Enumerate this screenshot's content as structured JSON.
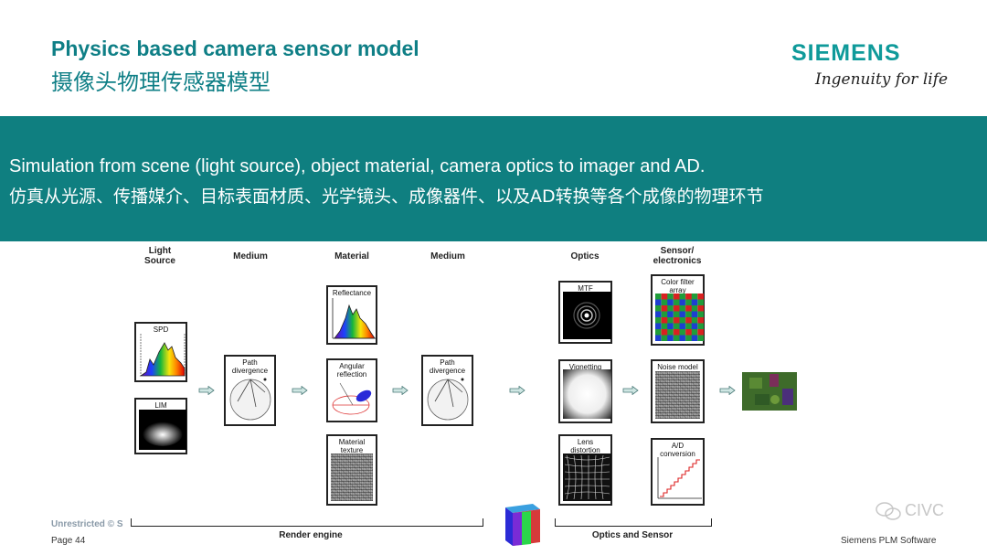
{
  "slide": {
    "title_en": "Physics based camera sensor model",
    "title_cn": "摄像头物理传感器模型",
    "brand": "SIEMENS",
    "tagline": "Ingenuity for life",
    "band_en": "Simulation from scene (light source), object material, camera optics to imager and AD.",
    "band_cn": "仿真从光源、传播媒介、目标表面材质、光学镜头、成像器件、以及AD转换等各个成像的物理环节"
  },
  "stages": {
    "light_source": "Light\nSource",
    "medium1": "Medium",
    "material": "Material",
    "medium2": "Medium",
    "optics": "Optics",
    "sensor": "Sensor/\nelectronics"
  },
  "boxes": {
    "spd": "SPD",
    "lim": "LIM",
    "path1": "Path\ndivergence",
    "reflectance": "Reflectance",
    "angular": "Angular\nreflection",
    "material_texture": "Material\ntexture",
    "path2": "Path\ndivergence",
    "mtf": "MTF",
    "vignetting": "Vignetting",
    "lens": "Lens\ndistortion",
    "cfa": "Color filter\narray",
    "noise": "Noise model",
    "ad": "A/D\nconversion"
  },
  "brackets": {
    "render": "Render engine",
    "optics_sensor": "Optics and Sensor"
  },
  "footer": {
    "unrestricted": "Unrestricted © S",
    "page": "Page 44",
    "company": "Siemens PLM Software",
    "watermark": "CIVC"
  },
  "colors": {
    "teal": "#0f7f80",
    "brand": "#0f9a9a"
  }
}
